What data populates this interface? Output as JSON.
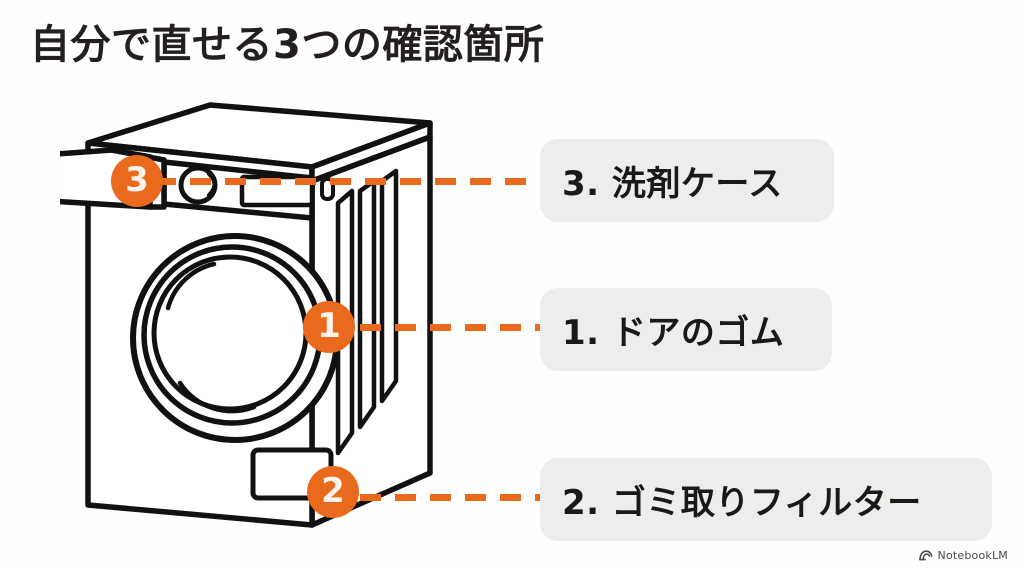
{
  "page": {
    "title": "自分で直せる3つの確認箇所",
    "background_color": "#fefefd",
    "accent_color": "#ea6a1d",
    "ink_color": "#1b1917",
    "chip_background_color": "#ededeb"
  },
  "illustration": {
    "name": "front-load-washing-machine-line-drawing",
    "parts": {
      "detergent_drawer": "洗剤ケース",
      "door_gasket": "ドアのゴム",
      "lint_filter_panel": "ゴミ取りフィルター",
      "control_knob": "knob",
      "display_panel": "display",
      "power_button": "button",
      "side_vents": "vents"
    }
  },
  "markers": [
    {
      "id": "3",
      "number": "3",
      "target": "detergent-drawer"
    },
    {
      "id": "1",
      "number": "1",
      "target": "door-gasket"
    },
    {
      "id": "2",
      "number": "2",
      "target": "lint-filter"
    }
  ],
  "labels": [
    {
      "id": "3",
      "text": "3. 洗剤ケース"
    },
    {
      "id": "1",
      "text": "1. ドアのゴム"
    },
    {
      "id": "2",
      "text": "2. ゴミ取りフィルター"
    }
  ],
  "watermark": {
    "text": "NotebookLM",
    "icon": "notebooklm-logo-icon"
  }
}
